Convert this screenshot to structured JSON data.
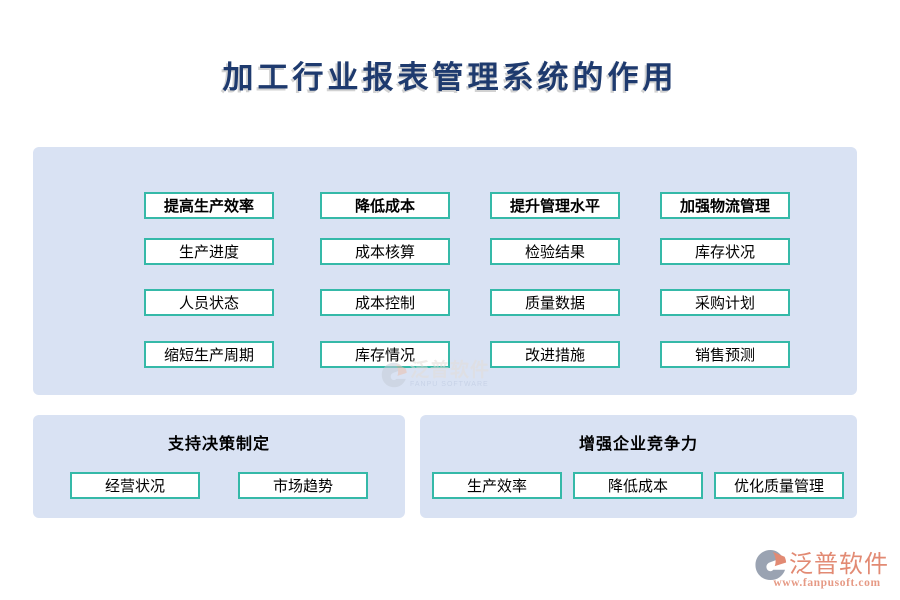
{
  "page": {
    "title": "加工行业报表管理系统的作用"
  },
  "colors": {
    "title_text": "#1e3a6e",
    "panel_bg": "#d9e2f3",
    "box_border": "#35b9a8",
    "box_bg": "#ffffff",
    "box_text": "#000000",
    "brand_salmon": "#e28a73",
    "brand_gray": "#9aa3b2"
  },
  "main_panel": {
    "columns": [
      {
        "header": "提高生产效率",
        "items": [
          "生产进度",
          "人员状态",
          "缩短生产周期"
        ]
      },
      {
        "header": "降低成本",
        "items": [
          "成本核算",
          "成本控制",
          "库存情况"
        ]
      },
      {
        "header": "提升管理水平",
        "items": [
          "检验结果",
          "质量数据",
          "改进措施"
        ]
      },
      {
        "header": "加强物流管理",
        "items": [
          "库存状况",
          "采购计划",
          "销售预测"
        ]
      }
    ],
    "watermark": {
      "name": "泛普软件",
      "subtitle": "FANPU SOFTWARE"
    }
  },
  "bottom_panels": [
    {
      "title": "支持决策制定",
      "items": [
        "经营状况",
        "市场趋势"
      ]
    },
    {
      "title": "增强企业竞争力",
      "items": [
        "生产效率",
        "降低成本",
        "优化质量管理"
      ]
    }
  ],
  "footer": {
    "brand_name": "泛普软件",
    "brand_url": "www.fanpusoft.com"
  }
}
